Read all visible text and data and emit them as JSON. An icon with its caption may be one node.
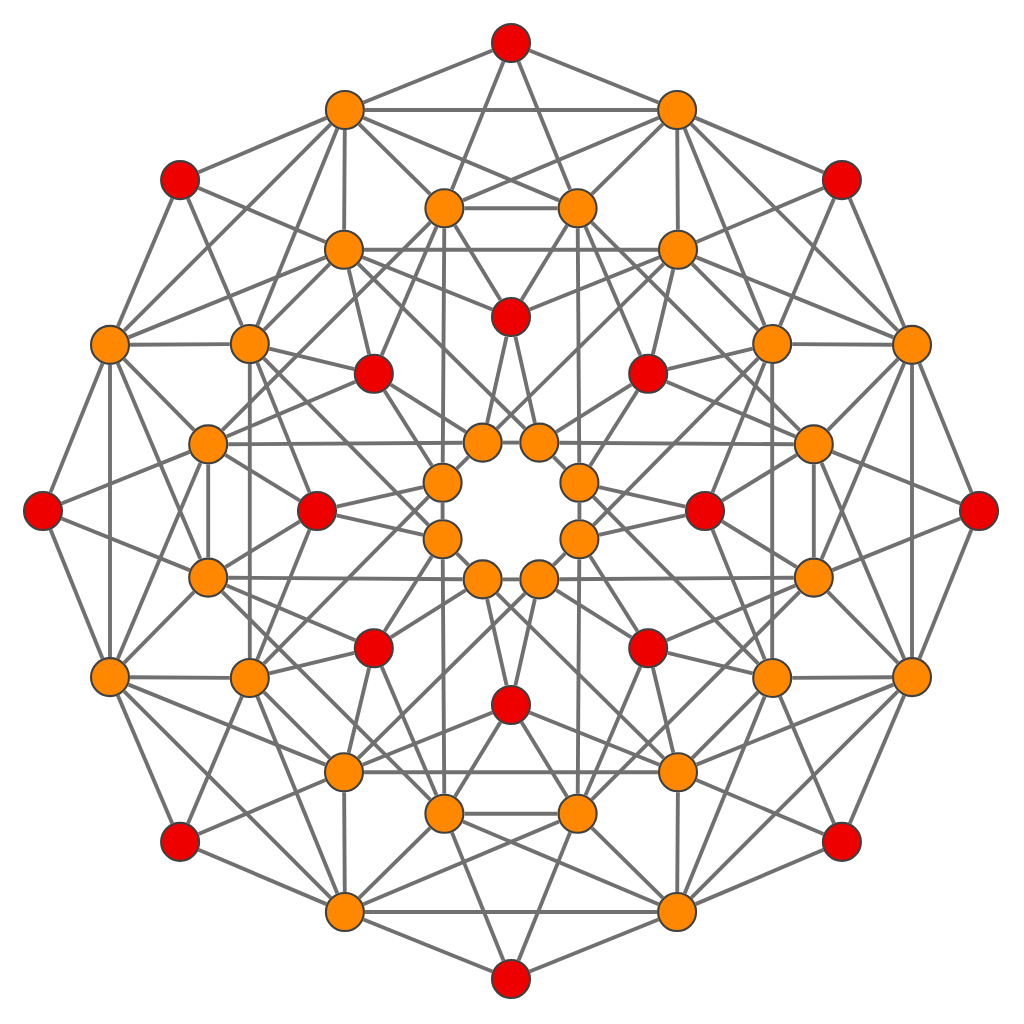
{
  "diagram": {
    "nodes": [
      {
        "text": [],
        "shape": "circle"
      },
      {
        "text": [],
        "shape": "circle"
      },
      {
        "text": [],
        "shape": "circle"
      },
      {
        "text": [],
        "shape": "circle"
      },
      {
        "text": [],
        "shape": "circle"
      },
      {
        "text": [],
        "shape": "circle"
      },
      {
        "text": [],
        "shape": "circle"
      },
      {
        "text": [],
        "shape": "circle"
      },
      {
        "text": [],
        "shape": "circle"
      },
      {
        "text": [],
        "shape": "circle"
      },
      {
        "text": [],
        "shape": "circle"
      },
      {
        "text": [],
        "shape": "circle"
      },
      {
        "text": [],
        "shape": "circle"
      },
      {
        "text": [],
        "shape": "circle"
      },
      {
        "text": [],
        "shape": "circle"
      },
      {
        "text": [],
        "shape": "circle"
      },
      {
        "text": [],
        "shape": "circle"
      },
      {
        "text": [],
        "shape": "circle"
      },
      {
        "text": [],
        "shape": "circle"
      },
      {
        "text": [],
        "shape": "circle"
      },
      {
        "text": [],
        "shape": "circle"
      },
      {
        "text": [],
        "shape": "circle"
      },
      {
        "text": [],
        "shape": "circle"
      },
      {
        "text": [],
        "shape": "circle"
      },
      {
        "text": [],
        "shape": "circle"
      },
      {
        "text": [],
        "shape": "circle"
      },
      {
        "text": [],
        "shape": "circle"
      },
      {
        "text": [],
        "shape": "circle"
      },
      {
        "text": [],
        "shape": "circle"
      },
      {
        "text": [],
        "shape": "circle"
      },
      {
        "text": [],
        "shape": "circle"
      },
      {
        "text": [],
        "shape": "circle"
      },
      {
        "text": [],
        "shape": "circle"
      },
      {
        "text": [],
        "shape": "circle"
      },
      {
        "text": [],
        "shape": "circle"
      },
      {
        "text": [],
        "shape": "circle"
      },
      {
        "text": [],
        "shape": "circle"
      },
      {
        "text": [],
        "shape": "circle"
      },
      {
        "text": [],
        "shape": "circle"
      },
      {
        "text": [],
        "shape": "circle"
      },
      {
        "text": [],
        "shape": "circle"
      },
      {
        "text": [],
        "shape": "circle"
      },
      {
        "text": [],
        "shape": "circle"
      },
      {
        "text": [],
        "shape": "circle"
      },
      {
        "text": [],
        "shape": "circle"
      },
      {
        "text": [],
        "shape": "circle"
      },
      {
        "text": [],
        "shape": "circle"
      },
      {
        "text": [],
        "shape": "circle"
      }
    ],
    "edges": [
      {
        "from": 0,
        "to": 8,
        "arrow": "none"
      },
      {
        "from": 1,
        "to": 9,
        "arrow": "none"
      },
      {
        "from": 2,
        "to": 10,
        "arrow": "none"
      },
      {
        "from": 3,
        "to": 11,
        "arrow": "none"
      },
      {
        "from": 4,
        "to": 12,
        "arrow": "none"
      },
      {
        "from": 5,
        "to": 13,
        "arrow": "none"
      },
      {
        "from": 6,
        "to": 14,
        "arrow": "none"
      },
      {
        "from": 7,
        "to": 15,
        "arrow": "none"
      },
      {
        "from": 0,
        "to": 15,
        "arrow": "none"
      },
      {
        "from": 1,
        "to": 8,
        "arrow": "none"
      },
      {
        "from": 2,
        "to": 9,
        "arrow": "none"
      },
      {
        "from": 3,
        "to": 10,
        "arrow": "none"
      },
      {
        "from": 4,
        "to": 11,
        "arrow": "none"
      },
      {
        "from": 5,
        "to": 12,
        "arrow": "none"
      },
      {
        "from": 6,
        "to": 13,
        "arrow": "none"
      },
      {
        "from": 7,
        "to": 14,
        "arrow": "none"
      },
      {
        "from": 0,
        "to": 16,
        "arrow": "none"
      },
      {
        "from": 1,
        "to": 18,
        "arrow": "none"
      },
      {
        "from": 2,
        "to": 20,
        "arrow": "none"
      },
      {
        "from": 3,
        "to": 22,
        "arrow": "none"
      },
      {
        "from": 4,
        "to": 24,
        "arrow": "none"
      },
      {
        "from": 5,
        "to": 26,
        "arrow": "none"
      },
      {
        "from": 6,
        "to": 28,
        "arrow": "none"
      },
      {
        "from": 7,
        "to": 30,
        "arrow": "none"
      },
      {
        "from": 0,
        "to": 17,
        "arrow": "none"
      },
      {
        "from": 1,
        "to": 19,
        "arrow": "none"
      },
      {
        "from": 2,
        "to": 21,
        "arrow": "none"
      },
      {
        "from": 3,
        "to": 23,
        "arrow": "none"
      },
      {
        "from": 4,
        "to": 25,
        "arrow": "none"
      },
      {
        "from": 5,
        "to": 27,
        "arrow": "none"
      },
      {
        "from": 6,
        "to": 29,
        "arrow": "none"
      },
      {
        "from": 7,
        "to": 31,
        "arrow": "none"
      },
      {
        "from": 8,
        "to": 9,
        "arrow": "none"
      },
      {
        "from": 9,
        "to": 10,
        "arrow": "none"
      },
      {
        "from": 10,
        "to": 11,
        "arrow": "none"
      },
      {
        "from": 11,
        "to": 12,
        "arrow": "none"
      },
      {
        "from": 12,
        "to": 13,
        "arrow": "none"
      },
      {
        "from": 13,
        "to": 14,
        "arrow": "none"
      },
      {
        "from": 14,
        "to": 15,
        "arrow": "none"
      },
      {
        "from": 15,
        "to": 8,
        "arrow": "none"
      },
      {
        "from": 8,
        "to": 17,
        "arrow": "none"
      },
      {
        "from": 9,
        "to": 19,
        "arrow": "none"
      },
      {
        "from": 10,
        "to": 21,
        "arrow": "none"
      },
      {
        "from": 11,
        "to": 23,
        "arrow": "none"
      },
      {
        "from": 12,
        "to": 25,
        "arrow": "none"
      },
      {
        "from": 13,
        "to": 27,
        "arrow": "none"
      },
      {
        "from": 14,
        "to": 29,
        "arrow": "none"
      },
      {
        "from": 15,
        "to": 31,
        "arrow": "none"
      },
      {
        "from": 8,
        "to": 18,
        "arrow": "none"
      },
      {
        "from": 9,
        "to": 20,
        "arrow": "none"
      },
      {
        "from": 10,
        "to": 22,
        "arrow": "none"
      },
      {
        "from": 11,
        "to": 24,
        "arrow": "none"
      },
      {
        "from": 12,
        "to": 26,
        "arrow": "none"
      },
      {
        "from": 13,
        "to": 28,
        "arrow": "none"
      },
      {
        "from": 14,
        "to": 30,
        "arrow": "none"
      },
      {
        "from": 15,
        "to": 16,
        "arrow": "none"
      },
      {
        "from": 8,
        "to": 16,
        "arrow": "none"
      },
      {
        "from": 9,
        "to": 18,
        "arrow": "none"
      },
      {
        "from": 10,
        "to": 20,
        "arrow": "none"
      },
      {
        "from": 11,
        "to": 22,
        "arrow": "none"
      },
      {
        "from": 12,
        "to": 24,
        "arrow": "none"
      },
      {
        "from": 13,
        "to": 26,
        "arrow": "none"
      },
      {
        "from": 14,
        "to": 28,
        "arrow": "none"
      },
      {
        "from": 15,
        "to": 30,
        "arrow": "none"
      },
      {
        "from": 8,
        "to": 19,
        "arrow": "none"
      },
      {
        "from": 9,
        "to": 21,
        "arrow": "none"
      },
      {
        "from": 10,
        "to": 23,
        "arrow": "none"
      },
      {
        "from": 11,
        "to": 25,
        "arrow": "none"
      },
      {
        "from": 12,
        "to": 27,
        "arrow": "none"
      },
      {
        "from": 13,
        "to": 29,
        "arrow": "none"
      },
      {
        "from": 14,
        "to": 31,
        "arrow": "none"
      },
      {
        "from": 15,
        "to": 17,
        "arrow": "none"
      },
      {
        "from": 16,
        "to": 17,
        "arrow": "none"
      },
      {
        "from": 18,
        "to": 19,
        "arrow": "none"
      },
      {
        "from": 20,
        "to": 21,
        "arrow": "none"
      },
      {
        "from": 22,
        "to": 23,
        "arrow": "none"
      },
      {
        "from": 24,
        "to": 25,
        "arrow": "none"
      },
      {
        "from": 26,
        "to": 27,
        "arrow": "none"
      },
      {
        "from": 28,
        "to": 29,
        "arrow": "none"
      },
      {
        "from": 30,
        "to": 31,
        "arrow": "none"
      },
      {
        "from": 17,
        "to": 20,
        "arrow": "none"
      },
      {
        "from": 19,
        "to": 22,
        "arrow": "none"
      },
      {
        "from": 21,
        "to": 24,
        "arrow": "none"
      },
      {
        "from": 23,
        "to": 26,
        "arrow": "none"
      },
      {
        "from": 25,
        "to": 28,
        "arrow": "none"
      },
      {
        "from": 27,
        "to": 30,
        "arrow": "none"
      },
      {
        "from": 29,
        "to": 16,
        "arrow": "none"
      },
      {
        "from": 31,
        "to": 18,
        "arrow": "none"
      },
      {
        "from": 32,
        "to": 31,
        "arrow": "none"
      },
      {
        "from": 33,
        "to": 17,
        "arrow": "none"
      },
      {
        "from": 34,
        "to": 19,
        "arrow": "none"
      },
      {
        "from": 35,
        "to": 21,
        "arrow": "none"
      },
      {
        "from": 36,
        "to": 23,
        "arrow": "none"
      },
      {
        "from": 37,
        "to": 25,
        "arrow": "none"
      },
      {
        "from": 38,
        "to": 27,
        "arrow": "none"
      },
      {
        "from": 39,
        "to": 29,
        "arrow": "none"
      },
      {
        "from": 32,
        "to": 18,
        "arrow": "none"
      },
      {
        "from": 33,
        "to": 20,
        "arrow": "none"
      },
      {
        "from": 34,
        "to": 22,
        "arrow": "none"
      },
      {
        "from": 35,
        "to": 24,
        "arrow": "none"
      },
      {
        "from": 36,
        "to": 26,
        "arrow": "none"
      },
      {
        "from": 37,
        "to": 28,
        "arrow": "none"
      },
      {
        "from": 38,
        "to": 30,
        "arrow": "none"
      },
      {
        "from": 39,
        "to": 16,
        "arrow": "none"
      },
      {
        "from": 32,
        "to": 16,
        "arrow": "none"
      },
      {
        "from": 33,
        "to": 18,
        "arrow": "none"
      },
      {
        "from": 34,
        "to": 20,
        "arrow": "none"
      },
      {
        "from": 35,
        "to": 22,
        "arrow": "none"
      },
      {
        "from": 36,
        "to": 24,
        "arrow": "none"
      },
      {
        "from": 37,
        "to": 26,
        "arrow": "none"
      },
      {
        "from": 38,
        "to": 28,
        "arrow": "none"
      },
      {
        "from": 39,
        "to": 30,
        "arrow": "none"
      },
      {
        "from": 32,
        "to": 17,
        "arrow": "none"
      },
      {
        "from": 33,
        "to": 19,
        "arrow": "none"
      },
      {
        "from": 34,
        "to": 21,
        "arrow": "none"
      },
      {
        "from": 35,
        "to": 23,
        "arrow": "none"
      },
      {
        "from": 36,
        "to": 25,
        "arrow": "none"
      },
      {
        "from": 37,
        "to": 27,
        "arrow": "none"
      },
      {
        "from": 38,
        "to": 29,
        "arrow": "none"
      },
      {
        "from": 39,
        "to": 31,
        "arrow": "none"
      },
      {
        "from": 32,
        "to": 47,
        "arrow": "none"
      },
      {
        "from": 33,
        "to": 40,
        "arrow": "none"
      },
      {
        "from": 34,
        "to": 41,
        "arrow": "none"
      },
      {
        "from": 35,
        "to": 42,
        "arrow": "none"
      },
      {
        "from": 36,
        "to": 43,
        "arrow": "none"
      },
      {
        "from": 37,
        "to": 44,
        "arrow": "none"
      },
      {
        "from": 38,
        "to": 45,
        "arrow": "none"
      },
      {
        "from": 39,
        "to": 46,
        "arrow": "none"
      },
      {
        "from": 32,
        "to": 40,
        "arrow": "none"
      },
      {
        "from": 33,
        "to": 41,
        "arrow": "none"
      },
      {
        "from": 34,
        "to": 42,
        "arrow": "none"
      },
      {
        "from": 35,
        "to": 43,
        "arrow": "none"
      },
      {
        "from": 36,
        "to": 44,
        "arrow": "none"
      },
      {
        "from": 37,
        "to": 45,
        "arrow": "none"
      },
      {
        "from": 38,
        "to": 46,
        "arrow": "none"
      },
      {
        "from": 39,
        "to": 47,
        "arrow": "none"
      },
      {
        "from": 40,
        "to": 41,
        "arrow": "none"
      },
      {
        "from": 41,
        "to": 42,
        "arrow": "none"
      },
      {
        "from": 42,
        "to": 43,
        "arrow": "none"
      },
      {
        "from": 43,
        "to": 44,
        "arrow": "none"
      },
      {
        "from": 44,
        "to": 45,
        "arrow": "none"
      },
      {
        "from": 45,
        "to": 46,
        "arrow": "none"
      },
      {
        "from": 46,
        "to": 47,
        "arrow": "none"
      },
      {
        "from": 47,
        "to": 40,
        "arrow": "none"
      },
      {
        "from": 16,
        "to": 46,
        "arrow": "none"
      },
      {
        "from": 18,
        "to": 47,
        "arrow": "none"
      },
      {
        "from": 20,
        "to": 40,
        "arrow": "none"
      },
      {
        "from": 22,
        "to": 41,
        "arrow": "none"
      },
      {
        "from": 24,
        "to": 42,
        "arrow": "none"
      },
      {
        "from": 26,
        "to": 43,
        "arrow": "none"
      },
      {
        "from": 28,
        "to": 44,
        "arrow": "none"
      },
      {
        "from": 30,
        "to": 45,
        "arrow": "none"
      },
      {
        "from": 17,
        "to": 41,
        "arrow": "none"
      },
      {
        "from": 19,
        "to": 42,
        "arrow": "none"
      },
      {
        "from": 21,
        "to": 43,
        "arrow": "none"
      },
      {
        "from": 23,
        "to": 44,
        "arrow": "none"
      },
      {
        "from": 25,
        "to": 45,
        "arrow": "none"
      },
      {
        "from": 27,
        "to": 46,
        "arrow": "none"
      },
      {
        "from": 29,
        "to": 47,
        "arrow": "none"
      },
      {
        "from": 31,
        "to": 40,
        "arrow": "none"
      }
    ]
  }
}
